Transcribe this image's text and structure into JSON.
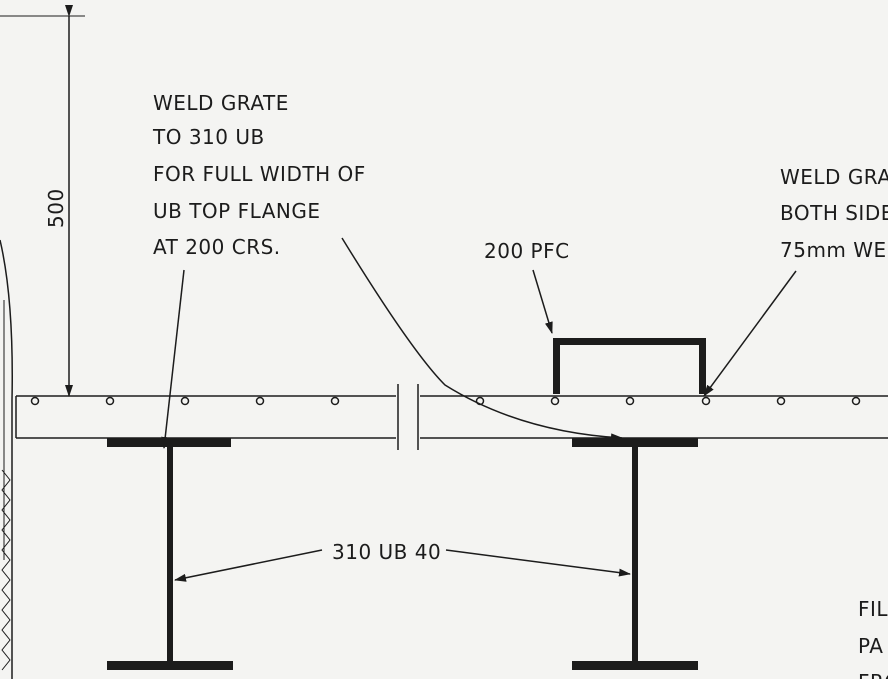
{
  "dimension": {
    "value": "500"
  },
  "notes": {
    "weld_left": [
      "WELD GRATE",
      "TO 310 UB",
      "FOR FULL WIDTH OF",
      "UB TOP FLANGE",
      "AT 200 CRS."
    ],
    "weld_right": [
      "WELD GRA",
      "BOTH SIDE",
      "75mm WEL"
    ],
    "pfc": "200 PFC",
    "ub": "310 UB 40",
    "fill_note": [
      "FIL",
      "PA",
      "FRO"
    ]
  },
  "colors": {
    "ink": "#1c1c1c",
    "paper": "#f4f4f2"
  }
}
